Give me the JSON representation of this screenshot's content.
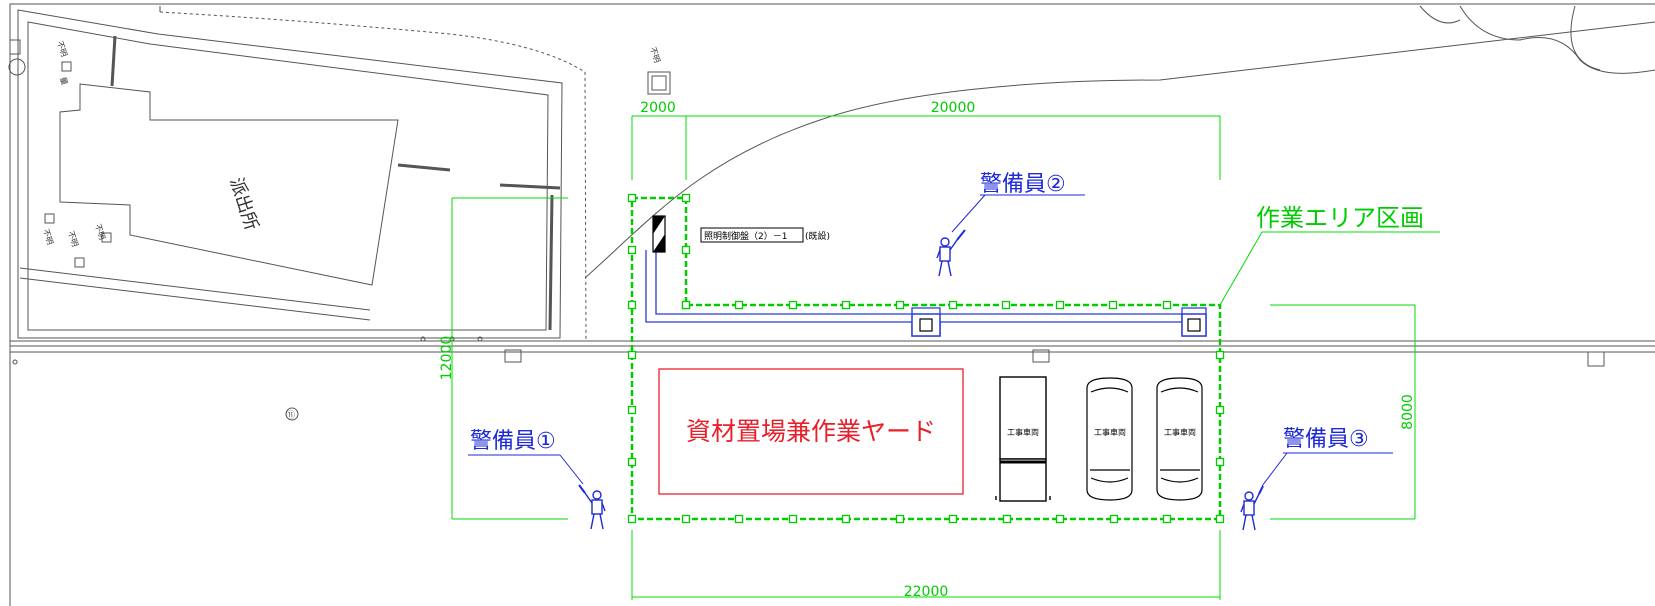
{
  "colors": {
    "background": "#ffffff",
    "linework": "#555555",
    "dimension": "#00dd00",
    "work_area": "#00cc00",
    "guard": "#1e2ad8",
    "yard": "#e8202a",
    "cable": "#2b3bd9"
  },
  "building": {
    "name": "派出所",
    "unknown_marks": [
      "不明",
      "不明",
      "不明",
      "不明"
    ],
    "small_mark": "量"
  },
  "manhole_mark": "不明",
  "dimensions": {
    "top_short": "2000",
    "top_long": "20000",
    "left": "12000",
    "right": "8000",
    "bottom": "22000"
  },
  "work_area_label": "作業エリア区画",
  "yard_label": "資材置場兼作業ヤード",
  "control_panel": {
    "label": "照明制御盤（2）－1",
    "note": "(既設)"
  },
  "guards": [
    {
      "label": "警備員②"
    },
    {
      "label": "警備員①"
    },
    {
      "label": "警備員③"
    }
  ],
  "vehicles": [
    {
      "label": "工事車両"
    },
    {
      "label": "工事車両"
    },
    {
      "label": "工事車両"
    }
  ],
  "circle_symbol": "⑪"
}
